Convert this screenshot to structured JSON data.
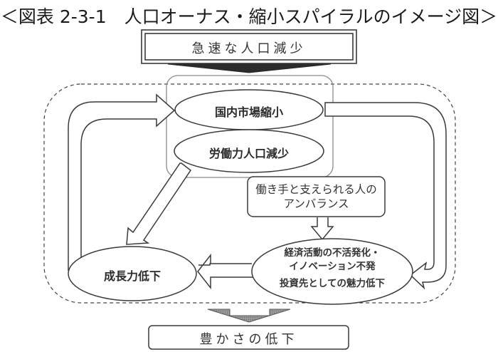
{
  "title": "＜図表 2-3-1　人口オーナス・縮小スパイラルのイメージ図＞",
  "nodes": {
    "rapid_decline": "急速な人口減少",
    "domestic_market": "国内市場縮小",
    "labor_force": "労働力人口減少",
    "imbalance_line1": "働き手と支えられる人の",
    "imbalance_line2": "アンバランス",
    "econ_line1": "経済活動の不活発化・",
    "econ_line2": "イノベーション不発",
    "econ_line3": "投資先としての魅力低下",
    "growth_decline": "成長力低下",
    "affluence_decline": "豊かさの低下"
  },
  "colors": {
    "line": "#3a3a3a",
    "group_border": "#8a8a8a",
    "arrow_fill_top": "#2b2b2b",
    "arrow_fill_bottom": "#8c8c8c"
  }
}
